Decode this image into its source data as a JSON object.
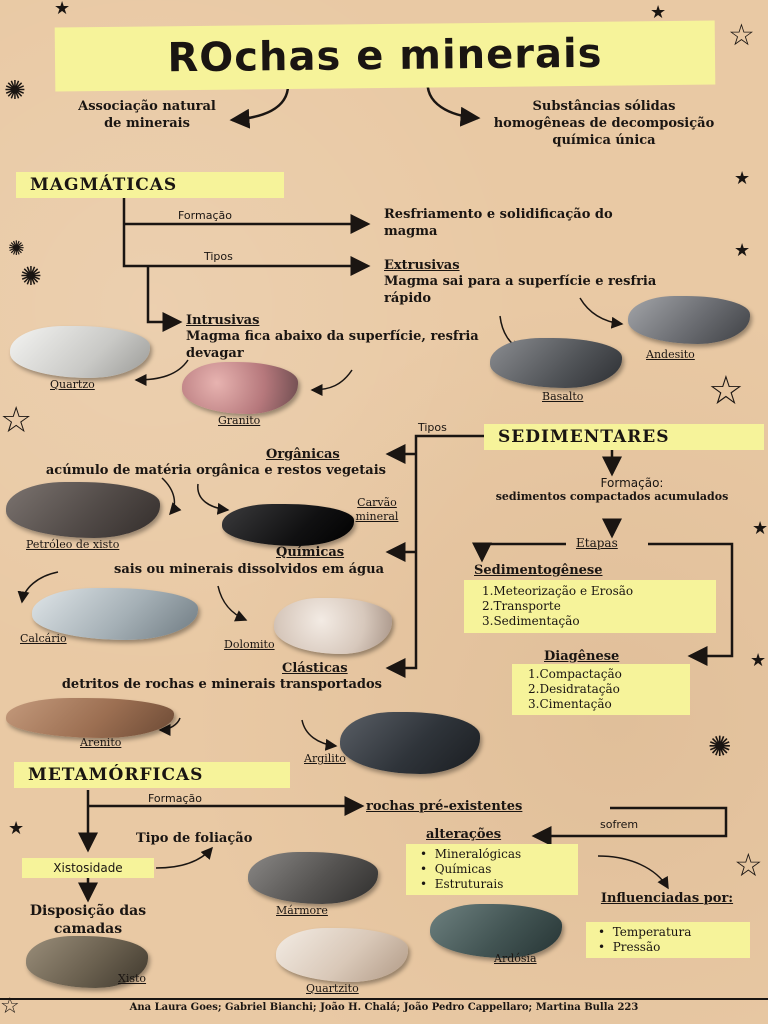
{
  "title": "ROchas e minerais",
  "rock_def": "Associação natural de minerais",
  "mineral_def": "Substâncias sólidas homogêneas de decomposição química única",
  "magmaticas": {
    "heading": "MAGMÁTICAS",
    "formacao_label": "Formação",
    "formacao_text": "Resfriamento e solidificação do magma",
    "tipos_label": "Tipos",
    "extrusivas_title": "Extrusivas",
    "extrusivas_text": "Magma sai para a superfície e resfria rápido",
    "intrusivas_title": "Intrusivas",
    "intrusivas_text": "Magma fica abaixo da superfície, resfria devagar",
    "rocks": {
      "quartzo": "Quartzo",
      "granito": "Granito",
      "basalto": "Basalto",
      "andesito": "Andesito"
    }
  },
  "sedimentares": {
    "heading": "SEDIMENTARES",
    "tipos_label": "Tipos",
    "formacao_label": "Formação:",
    "formacao_text": "sedimentos compactados acumulados",
    "etapas_label": "Etapas",
    "organicas_title": "Orgânicas",
    "organicas_text": "acúmulo de matéria orgânica e restos vegetais",
    "quimicas_title": "Químicas",
    "quimicas_text": "sais ou minerais dissolvidos em água",
    "clasticas_title": "Clásticas",
    "clasticas_text": "detritos de rochas e minerais transportados",
    "sedimentogenese_title": "Sedimentogênese",
    "sedimentogenese_steps": [
      "1.Meteorização e Erosão",
      "2.Transporte",
      "3.Sedimentação"
    ],
    "diagenese_title": "Diagênese",
    "diagenese_steps": [
      "1.Compactação",
      "2.Desidratação",
      "3.Cimentação"
    ],
    "rocks": {
      "petroleo": "Petróleo de xisto",
      "carvao": "Carvão mineral",
      "calcario": "Calcário",
      "dolomito": "Dolomito",
      "arenito": "Arenito",
      "argilito": "Argilito"
    }
  },
  "metamorficas": {
    "heading": "METAMÓRFICAS",
    "formacao_label": "Formação",
    "formacao_text": "rochas pré-existentes",
    "sofrem_label": "sofrem",
    "alteracoes_title": "alterações",
    "alteracoes_items": [
      "Mineralógicas",
      "Químicas",
      "Estruturais"
    ],
    "influenciadas_title": "Influenciadas por:",
    "influenciadas_items": [
      "Temperatura",
      "Pressão"
    ],
    "foliacao_title": "Tipo de foliação",
    "xistosidade_label": "Xistosidade",
    "disposicao_text": "Disposição das camadas",
    "rocks": {
      "marmore": "Mármore",
      "quartzito": "Quartzito",
      "ardosia": "Ardósia",
      "xisto": "Xisto"
    }
  },
  "footer": "Ana Laura Goes; Gabriel Bianchi; João H. Chalá; João Pedro Cappellaro; Martina Bulla 223",
  "colors": {
    "background": "#e9c9a4",
    "highlight": "#f6f39a",
    "ink": "#1a1512"
  }
}
